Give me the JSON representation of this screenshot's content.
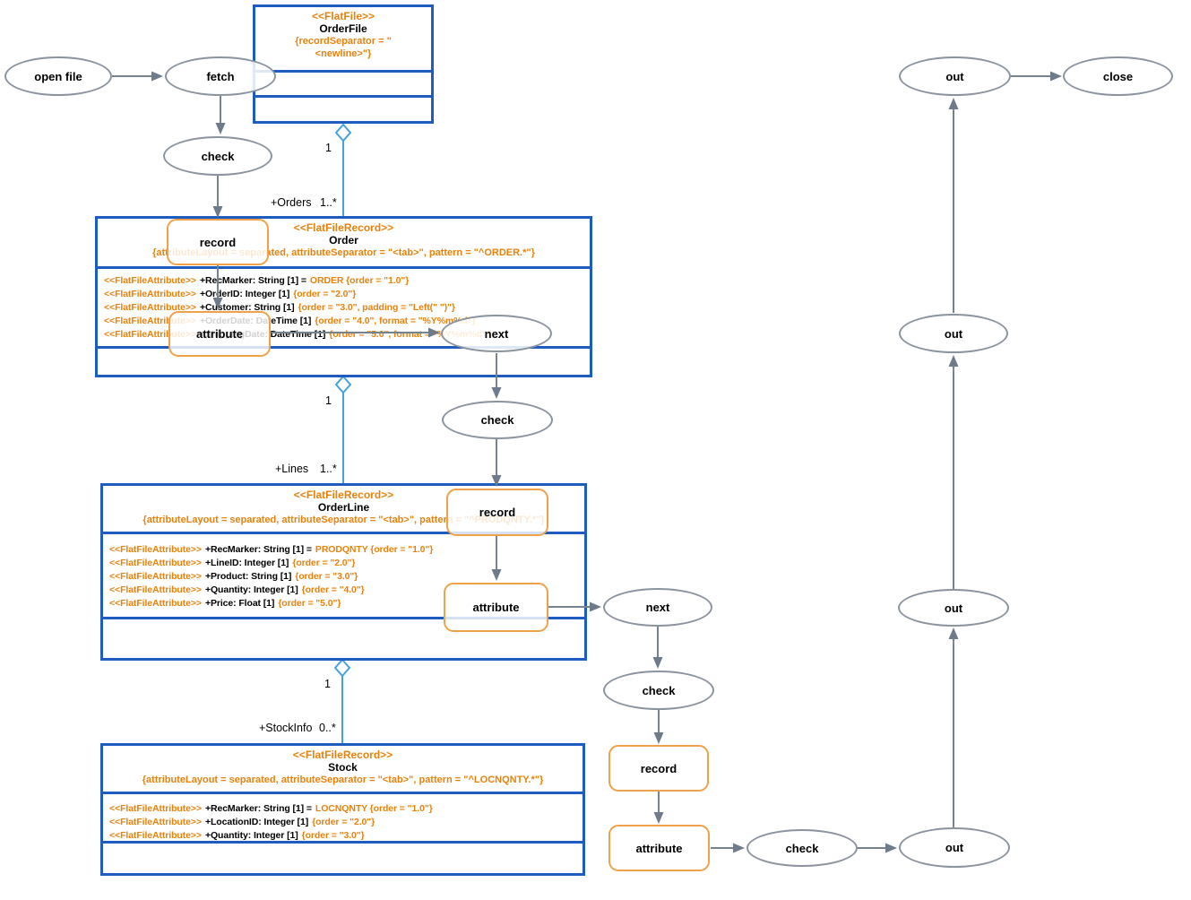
{
  "colors": {
    "class_border": "#1f5cc1",
    "stereotype_text": "#e8820c",
    "flow_node_border": "#8a939e",
    "flow_rect_border": "#f0a24a",
    "arrow": "#6e7b8a",
    "association": "#45a3dc"
  },
  "classes": {
    "orderfile": {
      "stereotype": "<<FlatFile>>",
      "name": "OrderFile",
      "constraint": "{recordSeparator = \"<newline>\"}"
    },
    "order": {
      "stereotype": "<<FlatFileRecord>>",
      "name": "Order",
      "constraint": "{attributeLayout = separated, attributeSeparator = \"<tab>\", pattern = \"^ORDER.*\"}",
      "attributes": [
        {
          "st": "<<FlatFileAttribute>>",
          "decl": "+RecMarker: String [1] =",
          "val": "ORDER {order = \"1.0\"}"
        },
        {
          "st": "<<FlatFileAttribute>>",
          "decl": "+OrderID: Integer [1]",
          "val": "{order = \"2.0\"}"
        },
        {
          "st": "<<FlatFileAttribute>>",
          "decl": "+Customer: String [1]",
          "val": "{order = \"3.0\", padding = \"Left(\" \")\"}"
        },
        {
          "st": "<<FlatFileAttribute>>",
          "decl": "+OrderDate: DateTime [1]",
          "val": "{order = \"4.0\", format = \"%Y%m%d\"}"
        },
        {
          "st": "<<FlatFileAttribute>>",
          "decl": "+ShippingDate: DateTime [1]",
          "val": "{order = \"5.0\", format = \"%Y%m%d\"}"
        }
      ]
    },
    "orderline": {
      "stereotype": "<<FlatFileRecord>>",
      "name": "OrderLine",
      "constraint": "{attributeLayout = separated, attributeSeparator = \"<tab>\", pattern = \"^PRODQNTY.*\"}",
      "attributes": [
        {
          "st": "<<FlatFileAttribute>>",
          "decl": "+RecMarker: String [1] =",
          "val": "PRODQNTY {order = \"1.0\"}"
        },
        {
          "st": "<<FlatFileAttribute>>",
          "decl": "+LineID: Integer [1]",
          "val": "{order = \"2.0\"}"
        },
        {
          "st": "<<FlatFileAttribute>>",
          "decl": "+Product: String [1]",
          "val": "{order = \"3.0\"}"
        },
        {
          "st": "<<FlatFileAttribute>>",
          "decl": "+Quantity: Integer [1]",
          "val": "{order = \"4.0\"}"
        },
        {
          "st": "<<FlatFileAttribute>>",
          "decl": "+Price: Float [1]",
          "val": "{order = \"5.0\"}"
        }
      ]
    },
    "stock": {
      "stereotype": "<<FlatFileRecord>>",
      "name": "Stock",
      "constraint": "{attributeLayout = separated, attributeSeparator = \"<tab>\", pattern = \"^LOCNQNTY.*\"}",
      "attributes": [
        {
          "st": "<<FlatFileAttribute>>",
          "decl": "+RecMarker: String [1] =",
          "val": "LOCNQNTY {order = \"1.0\"}"
        },
        {
          "st": "<<FlatFileAttribute>>",
          "decl": "+LocationID: Integer [1]",
          "val": "{order = \"2.0\"}"
        },
        {
          "st": "<<FlatFileAttribute>>",
          "decl": "+Quantity: Integer [1]",
          "val": "{order = \"3.0\"}"
        }
      ]
    }
  },
  "nodes": {
    "open_file": "open file",
    "fetch": "fetch",
    "check": "check",
    "record": "record",
    "attribute": "attribute",
    "next": "next",
    "out": "out",
    "close": "close"
  },
  "associations": [
    {
      "source_mult": "1",
      "role": "+Orders",
      "target_mult": "1..*"
    },
    {
      "source_mult": "1",
      "role": "+Lines",
      "target_mult": "1..*"
    },
    {
      "source_mult": "1",
      "role": "+StockInfo",
      "target_mult": "0..*"
    }
  ]
}
